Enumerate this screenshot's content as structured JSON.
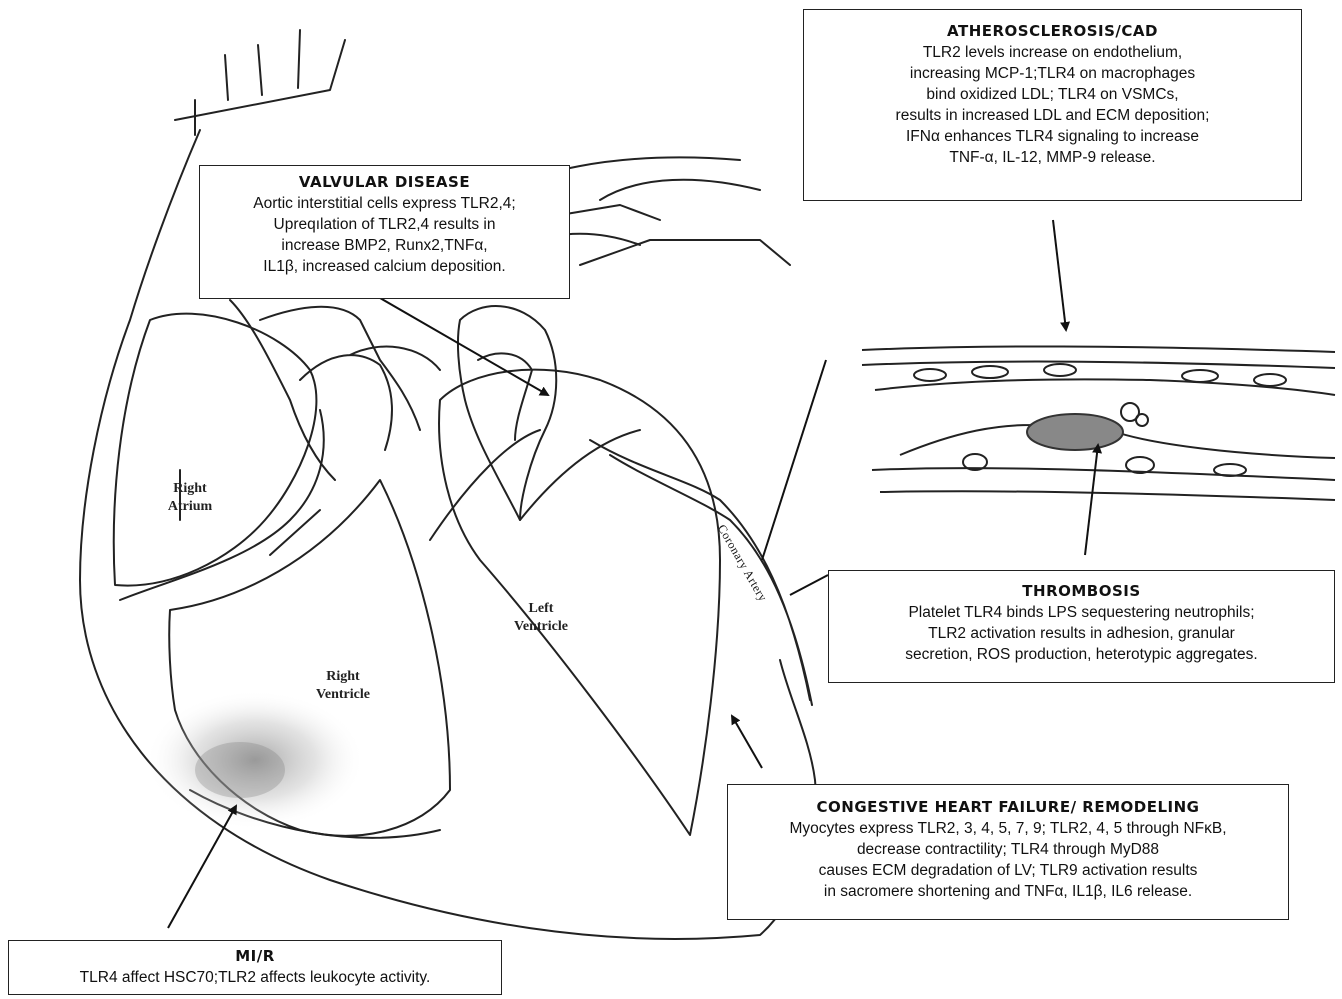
{
  "boxes": {
    "atherosclerosis": {
      "title": "ATHEROSCLEROSIS/CAD",
      "lines": [
        "TLR2 levels increase on endothelium,",
        "increasing MCP-1;TLR4 on macrophages",
        "bind oxidized LDL; TLR4 on VSMCs,",
        "results in increased LDL and ECM deposition;",
        "IFNα enhances TLR4 signaling to increase",
        "TNF-α, IL-12, MMP-9 release."
      ]
    },
    "valvular": {
      "title": "VALVULAR DISEASE",
      "lines": [
        "Aortic interstitial cells express TLR2,4;",
        "Upreqılation of TLR2,4 results in",
        "increase BMP2, Runx2,TNFα,",
        "IL1β, increased  calcium deposition."
      ]
    },
    "thrombosis": {
      "title": "THROMBOSIS",
      "lines": [
        "Platelet TLR4 binds LPS sequestering neutrophils;",
        "TLR2 activation results in adhesion, granular",
        "secretion, ROS production, heterotypic aggregates."
      ]
    },
    "chf": {
      "title": "CONGESTIVE HEART FAILURE/ REMODELING",
      "lines": [
        "Myocytes express TLR2, 3, 4, 5, 7, 9; TLR2, 4, 5 through NFκB,",
        "decrease contractility; TLR4 through MyD88",
        "causes ECM degradation of LV; TLR9 activation results",
        "in sacromere shortening and TNFα, IL1β, IL6 release."
      ]
    },
    "mir": {
      "title": "MI/R",
      "lines": [
        "TLR4 affect HSC70;TLR2 affects leukocyte activity."
      ]
    }
  },
  "labels": {
    "right_atrium": [
      "Right",
      "Atrium"
    ],
    "right_ventricle": [
      "Right",
      "Ventricle"
    ],
    "left_ventricle": [
      "Left",
      "Ventricle"
    ],
    "coronary_artery": "Coronary Artery"
  }
}
